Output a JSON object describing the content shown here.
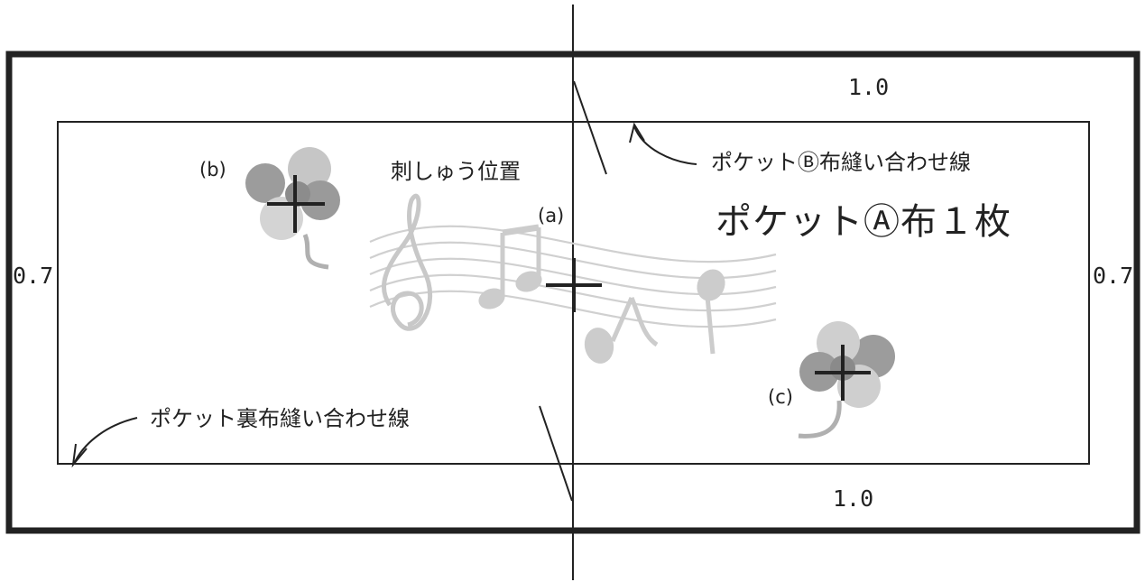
{
  "dimensions": {
    "top_margin": "1.0",
    "bottom_margin": "1.0",
    "left_margin": "0.7",
    "right_margin": "0.7"
  },
  "labels": {
    "embroidery_position": "刺しゅう位置",
    "pocket_b_seam": "ポケットⒷ布縫い合わせ線",
    "pocket_back_seam": "ポケット裏布縫い合わせ線",
    "title": "ポケットⒶ布１枚"
  },
  "markers": {
    "a": "(a)",
    "b": "(b)",
    "c": "(c)"
  },
  "colors": {
    "line": "#222222",
    "motif_light": "#cfcfcf",
    "motif_mid": "#a8a8a8",
    "motif_dark": "#8c8c8c"
  },
  "icons": [
    "music-notes-motif",
    "clover-icon",
    "crosshair-icon"
  ]
}
